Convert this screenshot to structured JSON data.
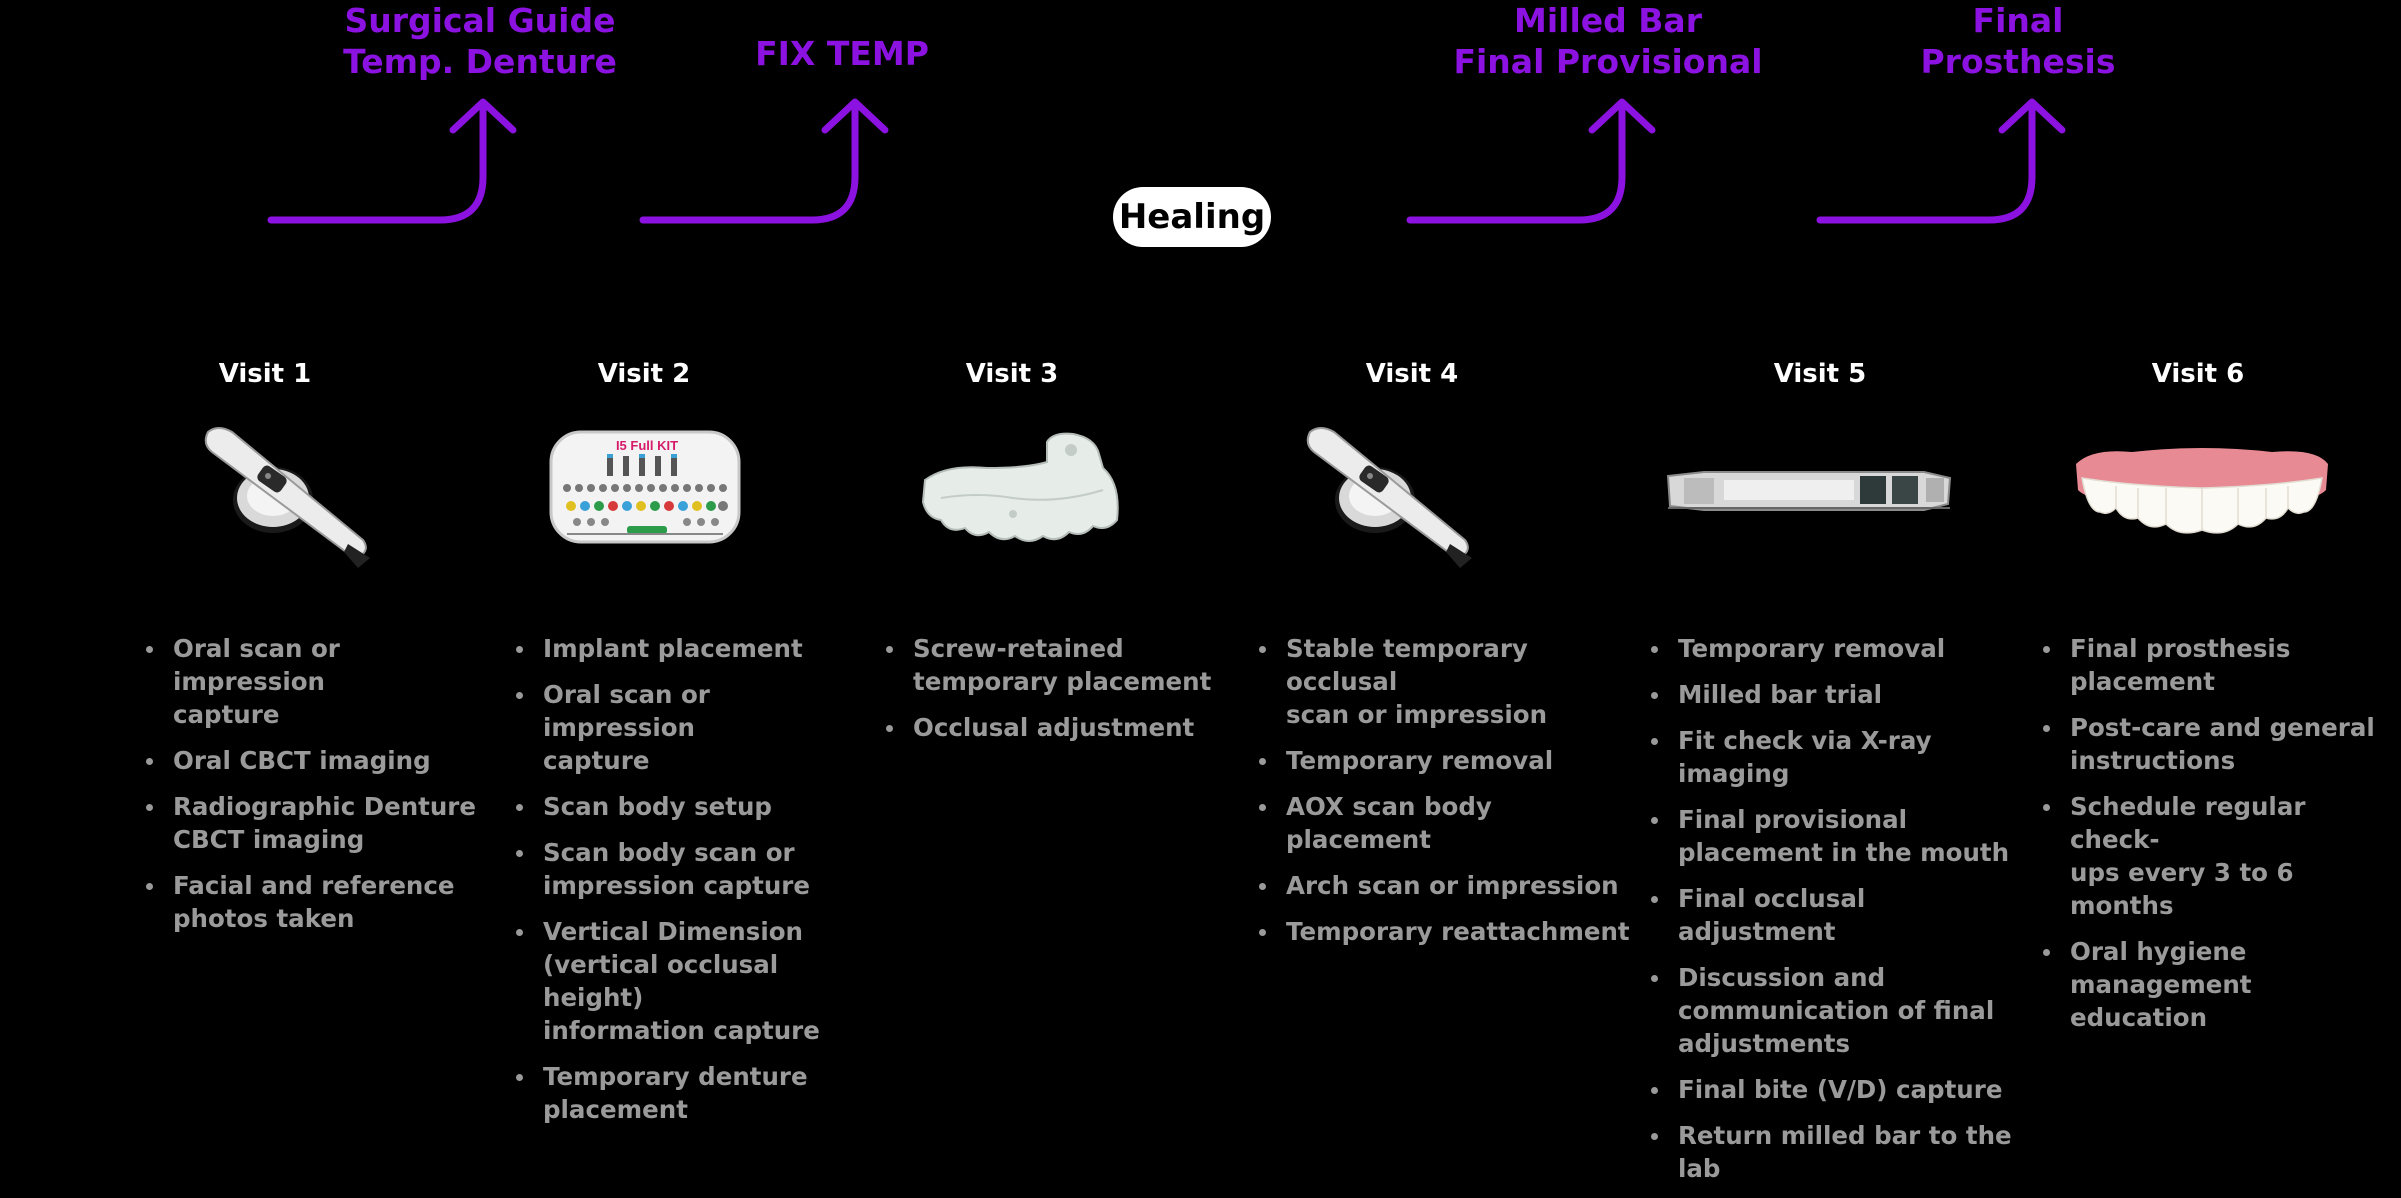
{
  "colors": {
    "background": "#000000",
    "accent_purple": "#8b12e0",
    "visit_title": "#ffffff",
    "list_text": "#9a9a9a",
    "healing_bg": "#ffffff",
    "healing_text": "#000000"
  },
  "milestones": [
    {
      "label": "Surgical Guide\nTemp. Denture",
      "icon": "curved-up-arrow-icon"
    },
    {
      "label": "FIX TEMP",
      "icon": "curved-up-arrow-icon"
    },
    {
      "label": "Milled Bar\nFinal Provisional",
      "icon": "curved-up-arrow-icon"
    },
    {
      "label": "Final\nProsthesis",
      "icon": "curved-up-arrow-icon"
    }
  ],
  "healing": "Healing",
  "visits": [
    {
      "title": "Visit 1",
      "image": "intraoral-scanner",
      "items": [
        "Oral scan or impression\ncapture",
        "Oral CBCT imaging",
        "Radiographic Denture\nCBCT imaging",
        "Facial and reference\nphotos taken"
      ]
    },
    {
      "title": "Visit 2",
      "image": "surgical-kit",
      "image_text": "I5 Full KIT",
      "items": [
        "Implant placement",
        "Oral scan or impression\ncapture",
        "Scan body setup",
        "Scan body scan or\nimpression capture",
        "Vertical Dimension\n(vertical occlusal height)\ninformation capture",
        "Temporary denture\nplacement"
      ]
    },
    {
      "title": "Visit 3",
      "image": "surgical-guide",
      "items": [
        "Screw-retained\ntemporary placement",
        "Occlusal adjustment"
      ]
    },
    {
      "title": "Visit 4",
      "image": "intraoral-scanner",
      "items": [
        "Stable temporary occlusal\nscan or impression",
        "Temporary removal",
        "AOX scan body placement",
        "Arch scan or impression",
        "Temporary reattachment"
      ]
    },
    {
      "title": "Visit 5",
      "image": "milled-bar",
      "items": [
        "Temporary removal",
        "Milled bar trial",
        "Fit check via X-ray imaging",
        "Final provisional\nplacement in the mouth",
        "Final occlusal adjustment",
        "Discussion and\ncommunication of final\nadjustments",
        "Final bite (V/D) capture",
        "Return milled bar to the lab"
      ]
    },
    {
      "title": "Visit 6",
      "image": "final-prosthesis",
      "items": [
        "Final prosthesis placement",
        "Post-care and general\ninstructions",
        "Schedule regular check-\nups every 3 to 6 months",
        "Oral hygiene management\neducation"
      ]
    }
  ]
}
